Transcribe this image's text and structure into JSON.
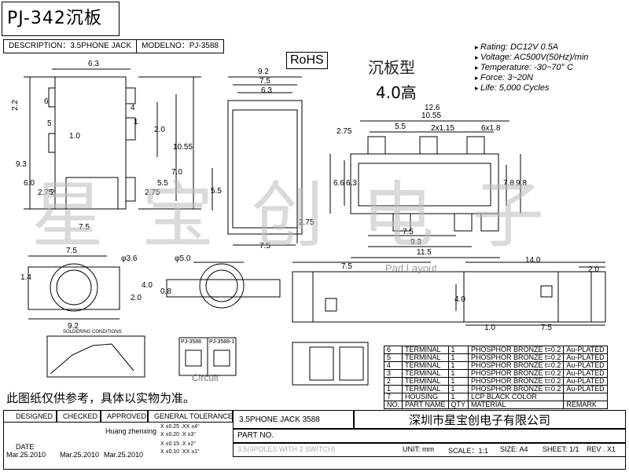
{
  "title": "PJ-342沉板",
  "header": {
    "description": "DESCRIPTION：3.5PHONE JACK",
    "model": "MODELNO：PJ-3588"
  },
  "rohs": "RoHS",
  "type_label": "沉板型",
  "height_label": "4.0高",
  "specs": [
    "Rating: DC12V 0.5A",
    "Voltage: AC500V(50Hz)/min",
    "Temperature: -30~70° C",
    "Force: 3~20N",
    "Life: 5,000 Cycles"
  ],
  "watermark": "星宝创电子",
  "pad_layout": "Pad Layout",
  "circuit_label": "Circuit",
  "circuit_tabs": [
    "PJ-3588",
    "PJ-3588-1"
  ],
  "soldering_label": "SOLDERING CONDITIONS",
  "note": "此图纸仅供参考，具体以实物为准。",
  "dims": {
    "v1": [
      "6.3",
      "2.2",
      "2",
      "6",
      "5",
      "1.0",
      "9.3",
      "2.75",
      "6.0",
      "2",
      "7.5",
      "4",
      "1",
      "2.0",
      "10.55",
      "2.75",
      "5.5",
      "7.0"
    ],
    "v2": [
      "9.2",
      "7.5",
      "6.3",
      "5.5",
      "2.75",
      "7.5"
    ],
    "v3": [
      "12.6",
      "10.55",
      "5.5",
      "2x1.15",
      "6x1.8",
      "2.75",
      "6.6",
      "6.3",
      "7.8",
      "9.8",
      "7.5",
      "9.3",
      "11.5"
    ],
    "b1": [
      "7.5",
      "φ3.6",
      "1.4",
      "2.0",
      "4.0",
      "9.2"
    ],
    "b2": [
      "φ5.0",
      "0.8"
    ],
    "b3": [
      "7.5",
      "14.0",
      "2.0",
      "4.0",
      "1.0",
      "7.5"
    ]
  },
  "bom": {
    "rows": [
      [
        "6",
        "TERMINAL",
        "1",
        "PHOSPHOR BRONZE t=0.2",
        "Au-PLATED"
      ],
      [
        "5",
        "TERMINAL",
        "1",
        "PHOSPHOR BRONZE t=0.2",
        "Au-PLATED"
      ],
      [
        "4",
        "TERMINAL",
        "1",
        "PHOSPHOR BRONZE t=0.2",
        "Au-PLATED"
      ],
      [
        "3",
        "TERMINAL",
        "1",
        "PHOSPHOR BRONZE t=0.2",
        "Au-PLATED"
      ],
      [
        "2",
        "TERMINAL",
        "1",
        "PHOSPHOR BRONZE t=0.2",
        "Au-PLATED"
      ],
      [
        "1",
        "TERMINAL",
        "1",
        "PHOSPHOR BRONZE t=0.2",
        "Au-PLATED"
      ],
      [
        "7",
        "HOUSING",
        "1",
        "LCP  BLACK COLOR",
        ""
      ]
    ],
    "header": [
      "NO.",
      "PART NAME",
      "QTY",
      "MATERIAL",
      "REMARK"
    ]
  },
  "titleblock": {
    "designed": "DESIGNED",
    "checked": "CHECKED",
    "approved": "APPROVED",
    "tolerance": "GENERAL TOLERANCE",
    "product": "3.5PHONE JACK  3588",
    "company": "深圳市星宝创电子有限公司",
    "approver": "Huang zhenxing",
    "tol": [
      "X ±0.25  .XX ±4°",
      "X ±0.20  .X ±3°",
      "X ±0.15  .X ±2°",
      "X ±0.10  .XX ±1°"
    ],
    "date": "DATE",
    "dates": [
      "Mar.25.2010",
      "Mar.25.2010",
      "Mar.25.2010"
    ],
    "part_no": "PART NO.",
    "subtitle": "3.5(4POLES WITH 2 SWITCH)",
    "unit": "UNIT: mm",
    "scale": "SCALE：1:1",
    "size": "SIZE: A4",
    "sheet": "SHEET: 1/1",
    "rev": "REV . X1"
  }
}
